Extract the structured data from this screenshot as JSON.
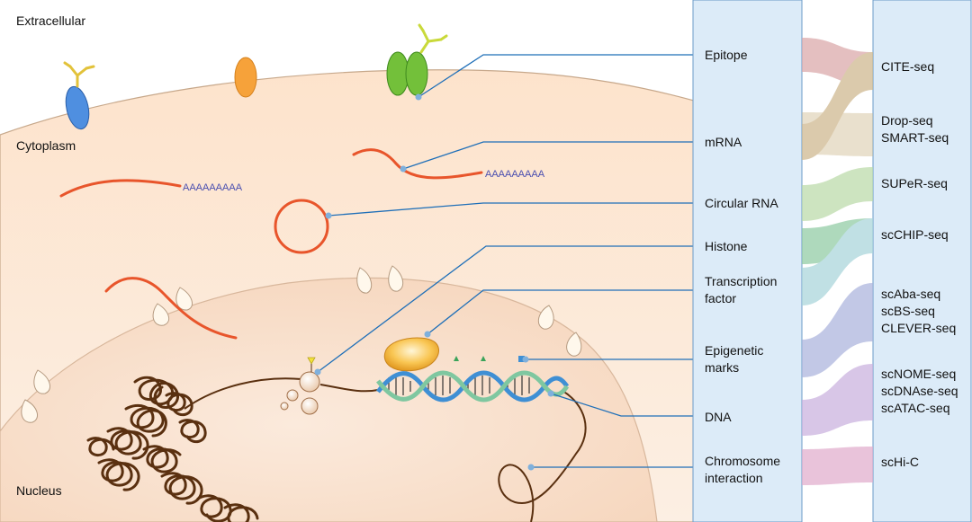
{
  "regions": {
    "extracellular": "Extracellular",
    "cytoplasm": "Cytoplasm",
    "nucleus": "Nucleus"
  },
  "polya": "AAAAAAAAA",
  "targets": [
    {
      "lines": [
        "Epitope"
      ]
    },
    {
      "lines": [
        "mRNA"
      ]
    },
    {
      "lines": [
        "Circular RNA"
      ]
    },
    {
      "lines": [
        "Histone"
      ]
    },
    {
      "lines": [
        "Transcription",
        "factor"
      ]
    },
    {
      "lines": [
        "Epigenetic",
        "marks"
      ]
    },
    {
      "lines": [
        "DNA"
      ]
    },
    {
      "lines": [
        "Chromosome",
        "interaction"
      ]
    }
  ],
  "technologies": [
    {
      "lines": [
        "CITE-seq"
      ]
    },
    {
      "lines": [
        "Drop-seq",
        "SMART-seq"
      ]
    },
    {
      "lines": [
        "SUPeR-seq"
      ]
    },
    {
      "lines": [
        "scCHIP-seq"
      ]
    },
    {
      "lines": [
        "scAba-seq",
        "scBS-seq",
        "CLEVER-seq"
      ]
    },
    {
      "lines": [
        "scNOME-seq",
        "scDNAse-seq",
        "scATAC-seq"
      ]
    },
    {
      "lines": [
        "scHi-C"
      ]
    }
  ],
  "colors": {
    "panel_fill": "#dcebf8",
    "panel_stroke": "#6b9bc8",
    "cytoplasm": "#fde8d6",
    "nucleus": "#f9dcc4",
    "rna": "#e8552b",
    "leader_line": "#1f6fb8",
    "chromatin": "#5a3010",
    "flow_epitope": "#d9a4a6",
    "flow_mrna": "#cdb58a",
    "flow_circ": "#b9d9a6",
    "flow_histone": "#8cc9a0",
    "flow_tf": "#a6d4d9",
    "flow_epi": "#a9b2dc",
    "flow_dna": "#c8aede",
    "flow_chrom": "#e0aacb"
  }
}
